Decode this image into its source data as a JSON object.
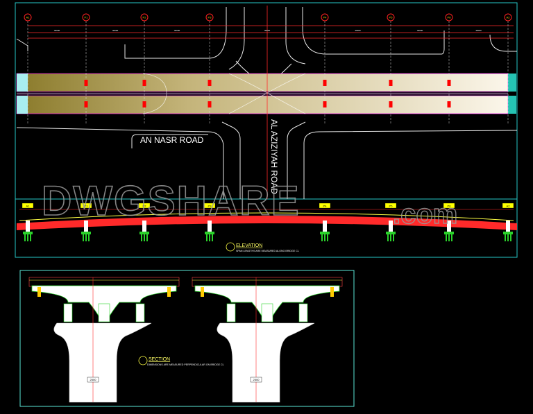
{
  "axes": [
    "A1",
    "P1",
    "P2",
    "P3",
    "P4",
    "P5",
    "P6",
    "A2"
  ],
  "plan": {
    "top_dims": [
      "40000",
      "40000",
      "40000",
      "40000",
      "40000",
      "40000",
      "40000"
    ],
    "road_ew": "AN NASR ROAD",
    "road_ns": "AL AZIZIYAH ROAD"
  },
  "elevation": {
    "title": "ELEVATION",
    "note": "SPAN LENGTHS ARE MEASURED ALONG BRIDGE CL"
  },
  "section": {
    "title": "SECTION",
    "note": "DIMENSIONS ARE MEASURED PERPENDICULAR ON BRIDGE CL",
    "pier_tag": "2500"
  },
  "watermark": {
    "main": "DWGSHARE",
    "suffix": ".com"
  },
  "colors": {
    "frame": "#26c7c7",
    "gridline": "#ff2a2a",
    "deck_start": "#8a7a2a",
    "deck_end": "#fbf6ea",
    "bearing": "#ff0000",
    "section_frame": "#5be7d9",
    "axis_bubble": "#ff2222"
  }
}
